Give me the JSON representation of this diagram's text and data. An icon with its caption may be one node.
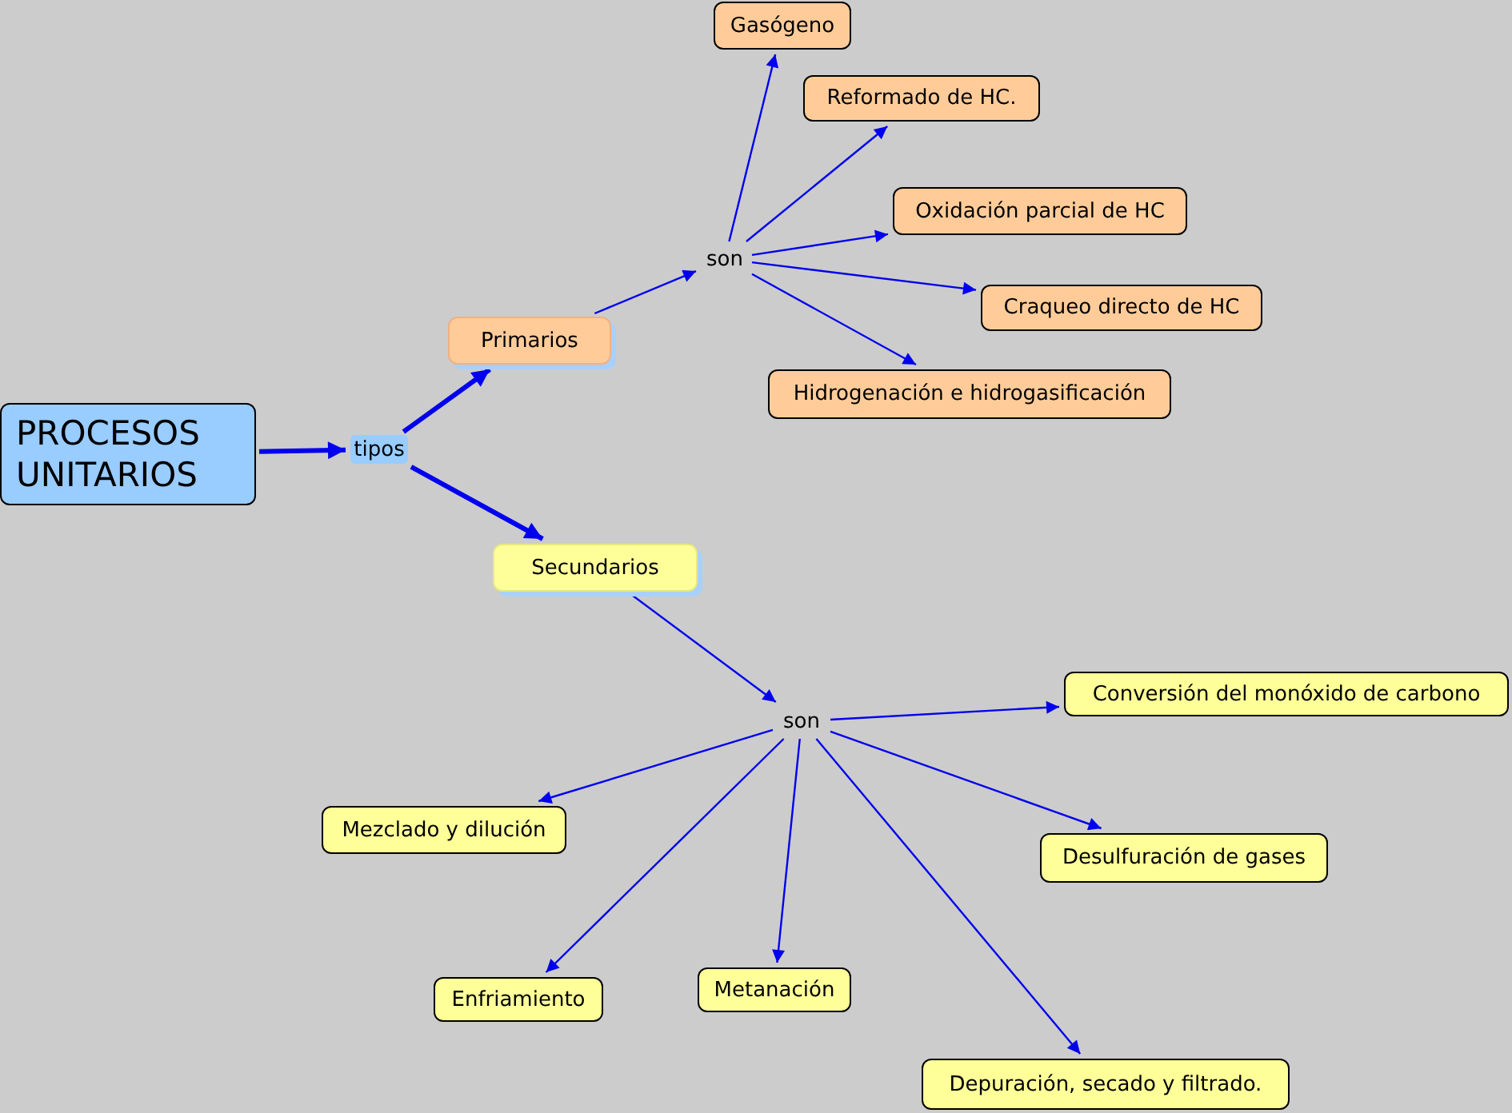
{
  "diagram": {
    "nodes": [
      {
        "text": [
          "PROCESOS UNITARIOS"
        ]
      },
      {
        "text": [
          "tipos"
        ]
      },
      {
        "text": [
          "Primarios"
        ]
      },
      {
        "text": [
          "Secundarios"
        ]
      },
      {
        "text": [
          "son"
        ]
      },
      {
        "text": [
          "Gasógeno"
        ]
      },
      {
        "text": [
          "Reformado de HC."
        ]
      },
      {
        "text": [
          "Oxidación parcial de HC"
        ]
      },
      {
        "text": [
          "Craqueo directo de HC"
        ]
      },
      {
        "text": [
          "Hidrogenación e hidrogasificación"
        ]
      },
      {
        "text": [
          "son"
        ]
      },
      {
        "text": [
          "Conversión del monóxido de carbono"
        ]
      },
      {
        "text": [
          "Mezclado y dilución"
        ]
      },
      {
        "text": [
          "Desulfuración de gases"
        ]
      },
      {
        "text": [
          "Enfriamiento"
        ]
      },
      {
        "text": [
          "Metanación"
        ]
      },
      {
        "text": [
          "Depuración, secado y filtrado."
        ]
      }
    ],
    "edges": [
      {
        "from": 0,
        "to": 1,
        "arrow": "to",
        "style": "thick"
      },
      {
        "from": 1,
        "to": 2,
        "arrow": "to",
        "style": "thick"
      },
      {
        "from": 1,
        "to": 3,
        "arrow": "to",
        "style": "thick"
      },
      {
        "from": 2,
        "to": 4,
        "arrow": "to"
      },
      {
        "from": 4,
        "to": 5,
        "arrow": "to"
      },
      {
        "from": 4,
        "to": 6,
        "arrow": "to"
      },
      {
        "from": 4,
        "to": 7,
        "arrow": "to"
      },
      {
        "from": 4,
        "to": 8,
        "arrow": "to"
      },
      {
        "from": 4,
        "to": 9,
        "arrow": "to"
      },
      {
        "from": 3,
        "to": 10,
        "arrow": "to"
      },
      {
        "from": 10,
        "to": 11,
        "arrow": "to"
      },
      {
        "from": 10,
        "to": 12,
        "arrow": "to"
      },
      {
        "from": 10,
        "to": 13,
        "arrow": "to"
      },
      {
        "from": 10,
        "to": 14,
        "arrow": "to"
      },
      {
        "from": 10,
        "to": 15,
        "arrow": "to"
      },
      {
        "from": 10,
        "to": 16,
        "arrow": "to"
      }
    ]
  }
}
